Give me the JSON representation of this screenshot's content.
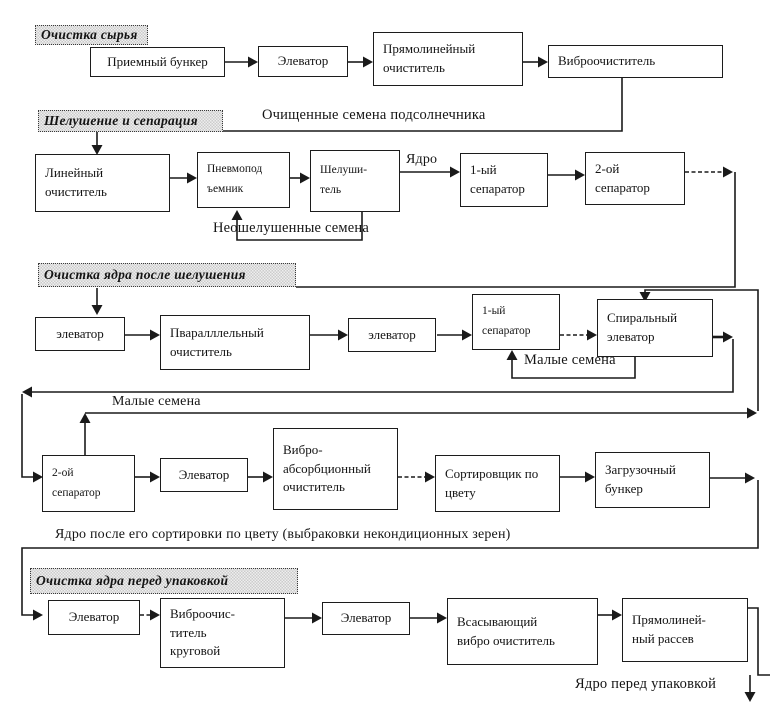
{
  "page": {
    "background": "#ffffff",
    "ink": "#1a1a1a",
    "header_fill": "#d9d9d9"
  },
  "sections": [
    {
      "label": "Очистка сырья"
    },
    {
      "label": "Шелушение и сепарация"
    },
    {
      "label": "Очистка ядра после шелушения"
    },
    {
      "label": "Очистка ядра перед упаковкой"
    }
  ],
  "nodes": {
    "n01": {
      "label": "Приемный бункер"
    },
    "n02": {
      "label": "Элеватор"
    },
    "n03": {
      "label": "Прямолинейный\nочиститель"
    },
    "n04": {
      "label": "Виброочиститель"
    },
    "n05": {
      "label": "Линейный\nочиститель"
    },
    "n06": {
      "label": "Пневмопод\nъемник"
    },
    "n07": {
      "label": "Шелуши-\nтель"
    },
    "n08": {
      "label": "1-ый\nсепаратор"
    },
    "n09": {
      "label": "2-ой\nсепаратор"
    },
    "n10": {
      "label": "элеватор"
    },
    "n11": {
      "label": "Пваралллельный\nочиститель"
    },
    "n12": {
      "label": "элеватор"
    },
    "n13": {
      "label": "1-ый\nсепаратор"
    },
    "n14": {
      "label": "Спиральный\nэлеватор"
    },
    "n15": {
      "label": "2-ой\nсепаратор"
    },
    "n16": {
      "label": "Элеватор"
    },
    "n17": {
      "label": "Вибро-\nабсорбционный\nочиститель"
    },
    "n18": {
      "label": "Сортировщик по\nцвету"
    },
    "n19": {
      "label": "Загрузочный\nбункер"
    },
    "n20": {
      "label": "Элеватор"
    },
    "n21": {
      "label": "Виброочис-\nтитель\nкруговой"
    },
    "n22": {
      "label": "Элеватор"
    },
    "n23": {
      "label": "Всасывающий\nвибро очиститель"
    },
    "n24": {
      "label": "Прямолиней-\nный рассев"
    }
  },
  "edge_labels": {
    "cleaned_seeds": "Очищенные семена подсолнечника",
    "kernel": "Ядро",
    "unhulled_seeds": "Неошелушенные семена",
    "small_seeds_loop": "Малые семена",
    "small_seeds_return": "Малые семена",
    "kernel_after_color_sorting": "Ядро после его сортировки по цвету (выбраковки некондиционных зерен)",
    "kernel_before_packing": "Ядро перед упаковкой"
  }
}
